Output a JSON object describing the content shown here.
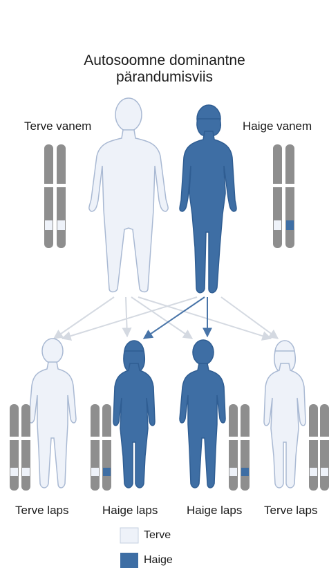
{
  "title_line1": "Autosoomne dominantne",
  "title_line2": "pärandumisviis",
  "parents": {
    "healthy": {
      "label": "Terve vanem"
    },
    "affected": {
      "label": "Haige vanem"
    }
  },
  "children": [
    {
      "label": "Terve laps",
      "status": "healthy"
    },
    {
      "label": "Haige laps",
      "status": "affected"
    },
    {
      "label": "Haige laps",
      "status": "affected"
    },
    {
      "label": "Terve laps",
      "status": "healthy"
    }
  ],
  "legend": [
    {
      "label": "Terve",
      "status": "healthy"
    },
    {
      "label": "Haige",
      "status": "affected"
    }
  ],
  "colors": {
    "healthy_fill": "#eef2f9",
    "healthy_stroke": "#a9b9d3",
    "affected_fill": "#3e6ea4",
    "affected_stroke": "#2f5d92",
    "chromosome": "#8e8e8e",
    "arrow_light": "#d4d9e1",
    "arrow_dark": "#4874a8"
  }
}
